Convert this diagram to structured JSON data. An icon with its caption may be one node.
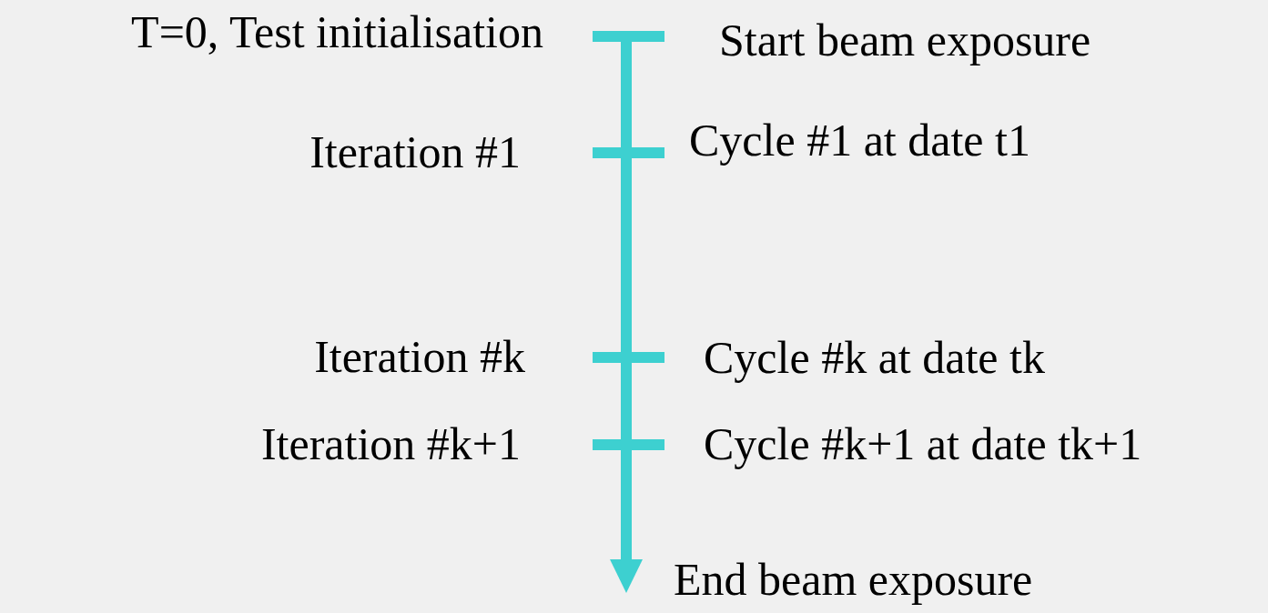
{
  "diagram": {
    "labels": [
      "T=0, Test initialisation",
      "Start beam exposure",
      "Iteration #1",
      "Cycle #1 at date t1",
      "Iteration #k",
      "Cycle #k at date tk",
      "Iteration #k+1",
      "Cycle #k+1 at date tk+1",
      "End beam exposure"
    ]
  }
}
